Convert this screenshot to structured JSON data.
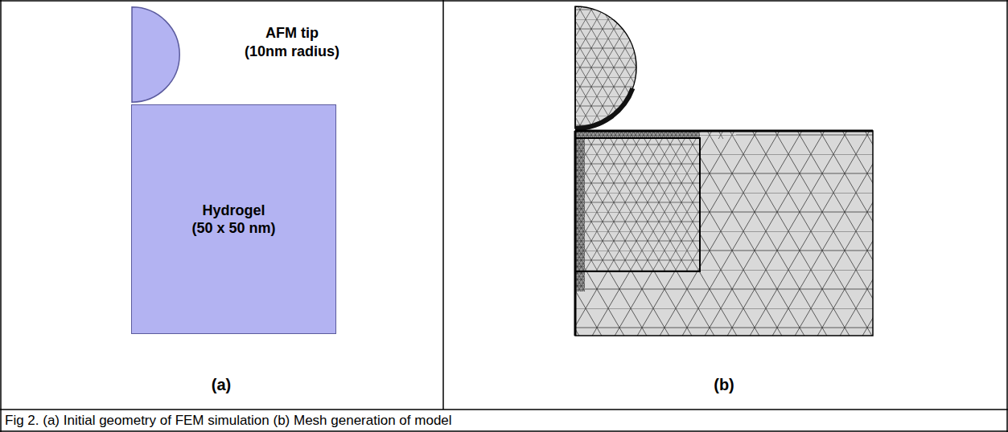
{
  "diagram": {
    "caption": "Fig 2. (a) Initial geometry of FEM simulation (b) Mesh generation of model",
    "nodes": [
      {
        "text": [
          "AFM tip (10nm radius)"
        ]
      },
      {
        "text": [
          "Hydrogel (50 x 50 nm)"
        ]
      }
    ],
    "labels": [
      "(a)",
      "(b)"
    ]
  }
}
